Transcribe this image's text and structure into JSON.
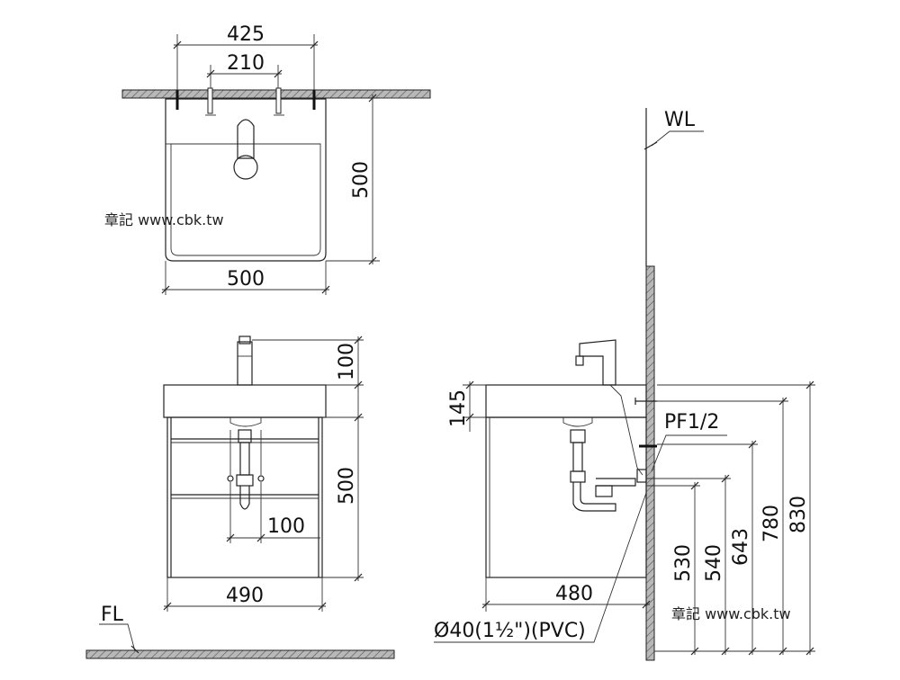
{
  "top_view": {
    "dim_overall_width": "425",
    "dim_mount_spacing": "210",
    "dim_depth": "500",
    "dim_width": "500"
  },
  "front_view": {
    "dim_faucet_height": "100",
    "dim_cabinet_height": "500",
    "dim_drain_offset": "100",
    "dim_width": "490"
  },
  "side_view": {
    "dim_basin_thickness": "145",
    "dim_depth": "480",
    "dim_h530": "530",
    "dim_h540": "540",
    "dim_h643": "643",
    "dim_h780": "780",
    "dim_h830": "830"
  },
  "labels": {
    "wall_line": "WL",
    "floor_line": "FL",
    "water_inlet": "PF1/2",
    "drain_pipe": "Ø40(1½\")(PVC)"
  },
  "watermarks": {
    "top_left": "章記 www.cbk.tw",
    "bottom_right": "章記 www.cbk.tw"
  }
}
